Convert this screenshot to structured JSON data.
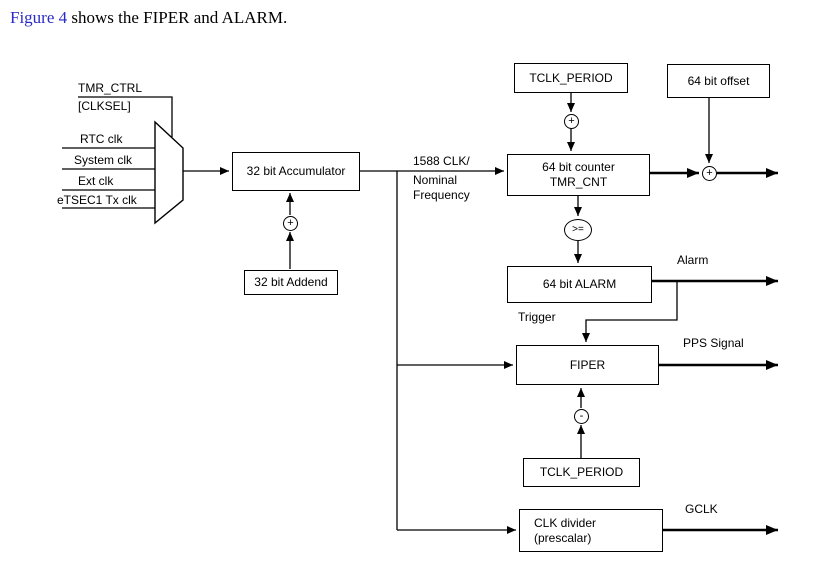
{
  "caption": {
    "link_text": "Figure 4",
    "text": " shows the FIPER and ALARM."
  },
  "colors": {
    "link": "#2a2ac8",
    "line": "#000000",
    "box_background": "#ffffff"
  },
  "mux": {
    "select_line1": "TMR_CTRL",
    "select_line2": "[CLKSEL]",
    "inputs": [
      {
        "label": "RTC clk"
      },
      {
        "label": "System clk"
      },
      {
        "label": "Ext clk"
      },
      {
        "label": "eTSEC1 Tx clk"
      }
    ]
  },
  "blocks": {
    "accumulator": {
      "label": "32 bit Accumulator"
    },
    "addend": {
      "label": "32 bit Addend"
    },
    "tclk_period_top": {
      "label": "TCLK_PERIOD"
    },
    "offset": {
      "label": "64 bit offset"
    },
    "counter": {
      "line1": "64 bit counter",
      "line2": "TMR_CNT"
    },
    "alarm": {
      "label": "64 bit ALARM"
    },
    "fiper": {
      "label": "FIPER"
    },
    "tclk_period_bottom": {
      "label": "TCLK_PERIOD"
    },
    "clk_divider": {
      "line1": "CLK divider",
      "line2": "(prescalar)"
    }
  },
  "operators": {
    "accumulator_add": "+",
    "counter_add": "+",
    "offset_add": "+",
    "compare": ">=",
    "fiper_subtract": "-"
  },
  "signals": {
    "clk_1588_line1": "1588 CLK/",
    "clk_1588_line2": "Nominal",
    "clk_1588_line3": "Frequency",
    "alarm_out": "Alarm",
    "trigger": "Trigger",
    "pps": "PPS Signal",
    "gclk": "GCLK"
  }
}
